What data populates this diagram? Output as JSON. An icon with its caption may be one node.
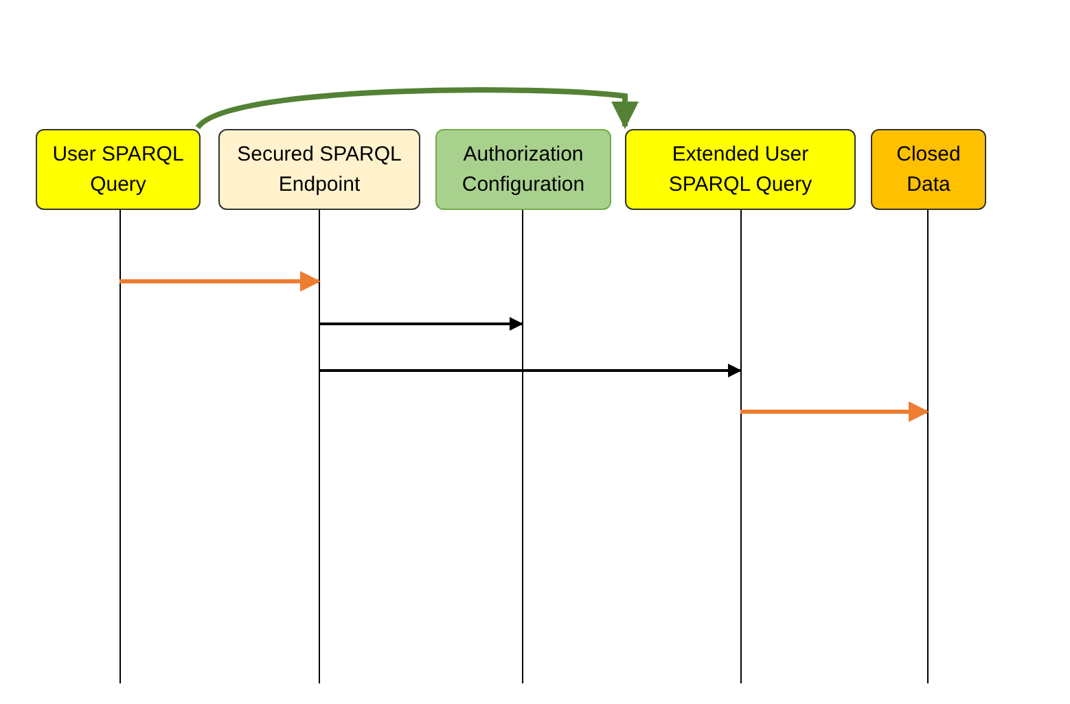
{
  "diagram": {
    "nodes": [
      {
        "text": [
          "User SPARQL Query"
        ]
      },
      {
        "text": [
          "Secured SPARQL Endpoint"
        ]
      },
      {
        "text": [
          "Authorization Configuration"
        ]
      },
      {
        "text": [
          "Extended User SPARQL Query"
        ]
      },
      {
        "text": [
          "Closed Data"
        ]
      }
    ],
    "edges": [
      {
        "from": 0,
        "to": 3,
        "arrow": "to",
        "color": "#548235"
      },
      {
        "from": 0,
        "to": 1,
        "arrow": "to",
        "color": "#ed7d31"
      },
      {
        "from": 1,
        "to": 2,
        "arrow": "to",
        "color": "#000000"
      },
      {
        "from": 1,
        "to": 3,
        "arrow": "to",
        "color": "#000000"
      },
      {
        "from": 3,
        "to": 4,
        "arrow": "to",
        "color": "#ed7d31"
      }
    ]
  }
}
